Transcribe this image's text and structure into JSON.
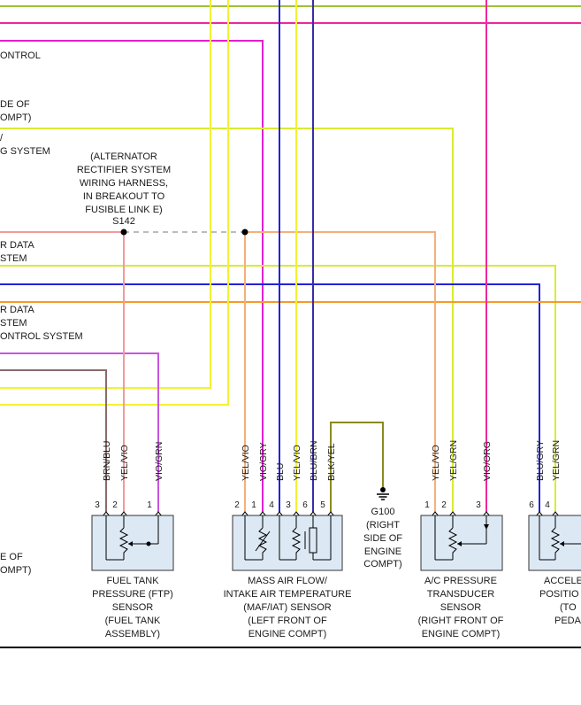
{
  "colors": {
    "pink": "#f0289a",
    "magenta": "#e020d0",
    "yellow": "#f2f232",
    "yellow_green": "#d8ec30",
    "green_line": "#9cc236",
    "blue": "#2323d8",
    "navy": "#3a2ca8",
    "orange": "#f59a2a",
    "light_orange": "#f5b07a",
    "salmon": "#f29a9a",
    "violet": "#c855e0",
    "brown": "#8a6a6a",
    "olive": "#8a8a20",
    "gray_dash": "#a6a6a6",
    "component_fill": "#dce9f5"
  },
  "left_labels": {
    "l1": "ONTROL",
    "l2": "DE OF",
    "l3": "OMPT)",
    "l4": "/",
    "l5": "G SYSTEM",
    "l6": "R DATA",
    "l7": "STEM",
    "l8": "R DATA",
    "l9": "STEM",
    "l10": "ONTROL SYSTEM",
    "l11": "E OF",
    "l12": "OMPT)"
  },
  "splice": {
    "note": [
      "(ALTERNATOR",
      "RECTIFIER SYSTEM",
      "WIRING HARNESS,",
      "IN BREAKOUT TO",
      "FUSIBLE LINK E)"
    ],
    "id": "S142"
  },
  "wires": {
    "brn_blu": "BRN/BLU",
    "yel_vio": "YEL/VIO",
    "vio_grn": "VIO/GRN",
    "vio_gry": "VIO/GRY",
    "blu": "BLU",
    "blu_brn": "BLU/BRN",
    "blk_yel": "BLK/YEL",
    "yel_grn": "YEL/GRN",
    "vio_org": "VIO/ORG",
    "blu_gry": "BLU/GRY"
  },
  "pins": {
    "p1": "1",
    "p2": "2",
    "p3": "3",
    "p4": "4",
    "p5": "5",
    "p6": "6"
  },
  "ground": {
    "lines": [
      "G100",
      "(RIGHT",
      "SIDE OF",
      "ENGINE",
      "COMPT)"
    ]
  },
  "components": {
    "ftp": [
      "FUEL TANK",
      "PRESSURE (FTP)",
      "SENSOR",
      "(FUEL TANK",
      "ASSEMBLY)"
    ],
    "maf": [
      "MASS AIR FLOW/",
      "INTAKE AIR TEMPERATURE",
      "(MAF/IAT) SENSOR",
      "(LEFT FRONT OF",
      "ENGINE COMPT)"
    ],
    "ac": [
      "A/C PRESSURE",
      "TRANSDUCER",
      "SENSOR",
      "(RIGHT FRONT OF",
      "ENGINE COMPT)"
    ],
    "app": [
      "ACCELE",
      "POSITIO",
      "(TO",
      "PEDA"
    ]
  }
}
